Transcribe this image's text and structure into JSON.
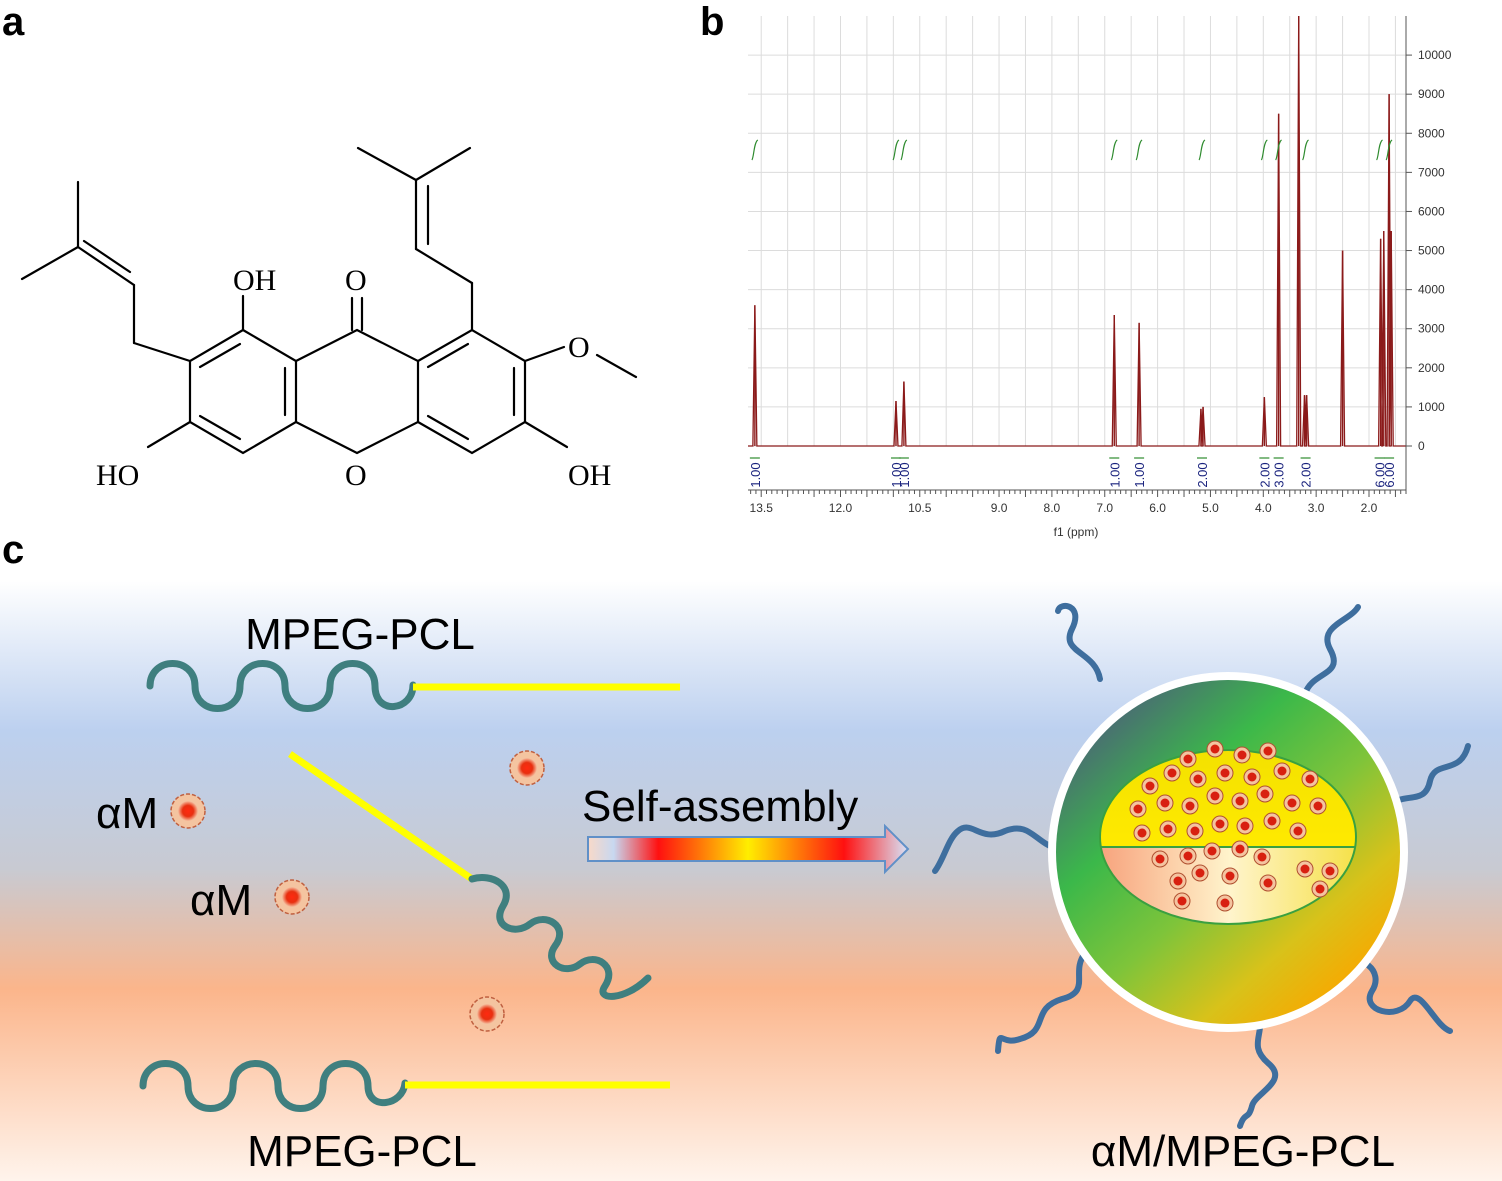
{
  "panels": {
    "a": "a",
    "b": "b",
    "c": "c"
  },
  "structure": {
    "labels": {
      "oh_top": "OH",
      "carbonyl_o": "O",
      "ring_o": "O",
      "ome_o": "O",
      "ho_left": "HO",
      "oh_right": "OH"
    }
  },
  "chart_data": {
    "type": "line",
    "xlabel": "f1 (ppm)",
    "xlim": [
      13.75,
      1.3
    ],
    "ylim": [
      0,
      11000
    ],
    "x_reversed": true,
    "x_ticks": [
      13.5,
      12.0,
      10.5,
      9.0,
      8.0,
      7.0,
      6.0,
      5.0,
      4.0,
      3.0,
      2.0
    ],
    "x_tick_labels": [
      "13.5",
      "12.0",
      "10.5",
      "9.0",
      "8.0",
      "7.0",
      "6.0",
      "5.0",
      "4.0",
      "3.0",
      "2.0"
    ],
    "y_ticks": [
      0,
      1000,
      2000,
      3000,
      4000,
      5000,
      6000,
      7000,
      8000,
      9000,
      10000
    ],
    "y_tick_labels": [
      "0",
      "1000",
      "2000",
      "3000",
      "4000",
      "5000",
      "6000",
      "7000",
      "8000",
      "9000",
      "10000"
    ],
    "peaks": [
      {
        "ppm": 13.62,
        "height": 3600
      },
      {
        "ppm": 10.95,
        "height": 1150
      },
      {
        "ppm": 10.8,
        "height": 1650
      },
      {
        "ppm": 6.82,
        "height": 3350
      },
      {
        "ppm": 6.35,
        "height": 3150
      },
      {
        "ppm": 5.18,
        "height": 950
      },
      {
        "ppm": 5.14,
        "height": 1000
      },
      {
        "ppm": 3.98,
        "height": 1250
      },
      {
        "ppm": 3.71,
        "height": 8500
      },
      {
        "ppm": 3.33,
        "height": 11000
      },
      {
        "ppm": 3.22,
        "height": 1300
      },
      {
        "ppm": 3.18,
        "height": 1300
      },
      {
        "ppm": 2.5,
        "height": 5000
      },
      {
        "ppm": 1.78,
        "height": 5300
      },
      {
        "ppm": 1.72,
        "height": 5500
      },
      {
        "ppm": 1.62,
        "height": 9000
      },
      {
        "ppm": 1.58,
        "height": 5500
      }
    ],
    "integrals": [
      {
        "ppm": 13.62,
        "label": "1.00"
      },
      {
        "ppm": 10.95,
        "label": "1.00"
      },
      {
        "ppm": 10.8,
        "label": "1.00"
      },
      {
        "ppm": 6.82,
        "label": "1.00"
      },
      {
        "ppm": 6.35,
        "label": "1.00"
      },
      {
        "ppm": 5.16,
        "label": "2.00"
      },
      {
        "ppm": 3.98,
        "label": "2.00"
      },
      {
        "ppm": 3.71,
        "label": "3.00"
      },
      {
        "ppm": 3.2,
        "label": "2.00"
      },
      {
        "ppm": 1.8,
        "label": "6.00"
      },
      {
        "ppm": 1.62,
        "label": "6.00"
      }
    ],
    "colors": {
      "spectrum": "#8b1a1a",
      "integral_curve": "#2e8b2e",
      "integral_label": "#1a237e",
      "grid": "#dcdcdc"
    }
  },
  "scheme": {
    "polymer_top_label": "MPEG-PCL",
    "polymer_bottom_label": "MPEG-PCL",
    "drug_label_1": "αM",
    "drug_label_2": "αM",
    "arrow_label": "Self-assembly",
    "micelle_label": "αM/MPEG-PCL",
    "colors": {
      "peg_chain": "#3f7f7f",
      "pcl_chain": "#ffff00",
      "micelle_chain": "#3e6e9e",
      "drug": "#e02020"
    }
  }
}
